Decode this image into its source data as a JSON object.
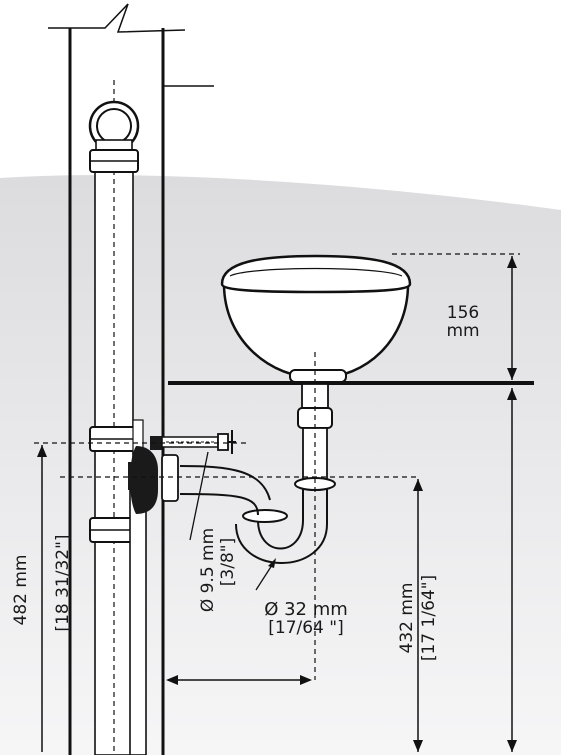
{
  "labels": {
    "basin_height_value": "156",
    "basin_height_unit": "mm",
    "supply_height_metric": "482 mm",
    "supply_height_imperial": "[18 31/32\"]",
    "supply_line_metric": "Ø 9.5 mm",
    "supply_line_imperial": "[3/8\"]",
    "drain_metric": "Ø 32 mm",
    "drain_imperial": "[17/64 \"]",
    "drain_height_metric": "432 mm",
    "drain_height_imperial": "[17 1/64\"]"
  },
  "colors": {
    "line": "#111111",
    "pipe_fill": "#ffffff",
    "background_top": "#ffffff",
    "background_mid": "#e9e9ea",
    "background_bottom": "#f4f4f5",
    "fitting_dark": "#1a1a1a"
  }
}
